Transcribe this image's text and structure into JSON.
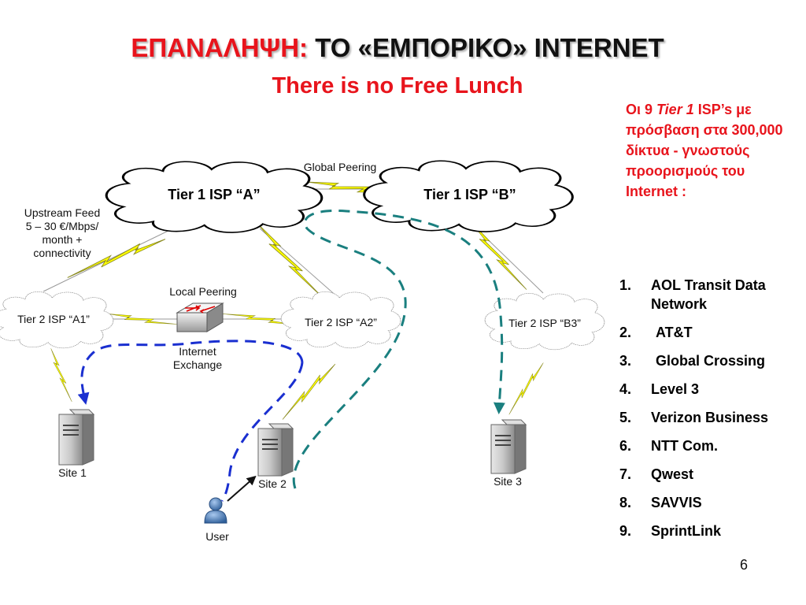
{
  "title": {
    "part1": "ΕΠΑΝΑΛΗΨΗ:",
    "part2": "ΤΟ «ΕΜΠΟΡΙΚΟ» INTERNET"
  },
  "subtitle": "There is no Free Lunch",
  "side_note": {
    "prefix": "Οι 9 ",
    "em": "Tier 1",
    "suffix": " ISP’s με πρόσβαση στα 300,000 δίκτυα - γνωστούς προορισμούς του Internet :"
  },
  "isp_list": [
    {
      "num": "1.",
      "name": "AOL Transit Data Network"
    },
    {
      "num": "2.",
      "name": "AT&T"
    },
    {
      "num": "3.",
      "name": "Global Crossing"
    },
    {
      "num": "4.",
      "name": "Level 3"
    },
    {
      "num": "5.",
      "name": "Verizon Business"
    },
    {
      "num": "6.",
      "name": "NTT Com."
    },
    {
      "num": "7.",
      "name": "Qwest"
    },
    {
      "num": "8.",
      "name": "SAVVIS"
    },
    {
      "num": "9.",
      "name": "SprintLink"
    }
  ],
  "nodes": {
    "tier1_a": "Tier 1 ISP “A”",
    "tier1_b": "Tier 1 ISP “B”",
    "tier2_a1": "Tier 2  ISP “A1”",
    "tier2_a2": "Tier 2  ISP “A2”",
    "tier2_b3": "Tier 2  ISP “B3”",
    "site1": "Site 1",
    "site2": "Site 2",
    "site3": "Site 3",
    "user": "User"
  },
  "labels": {
    "global_peering": "Global Peering",
    "local_peering": "Local Peering",
    "upstream_feed": [
      "Upstream Feed",
      "5  – 30 €/Mbps/",
      "month +",
      "connectivity"
    ],
    "internet_exchange": [
      "Internet",
      "Exchange"
    ]
  },
  "page_number": "6",
  "colors": {
    "title_red": "#e8141c",
    "bolt_yellow": "#ffff00",
    "blue_path": "#1a2fd0",
    "teal_path": "#1a7f7f"
  },
  "icons": [
    "cloud-icon",
    "lightning-bolt-icon",
    "server-icon",
    "switch-icon",
    "user-icon"
  ]
}
